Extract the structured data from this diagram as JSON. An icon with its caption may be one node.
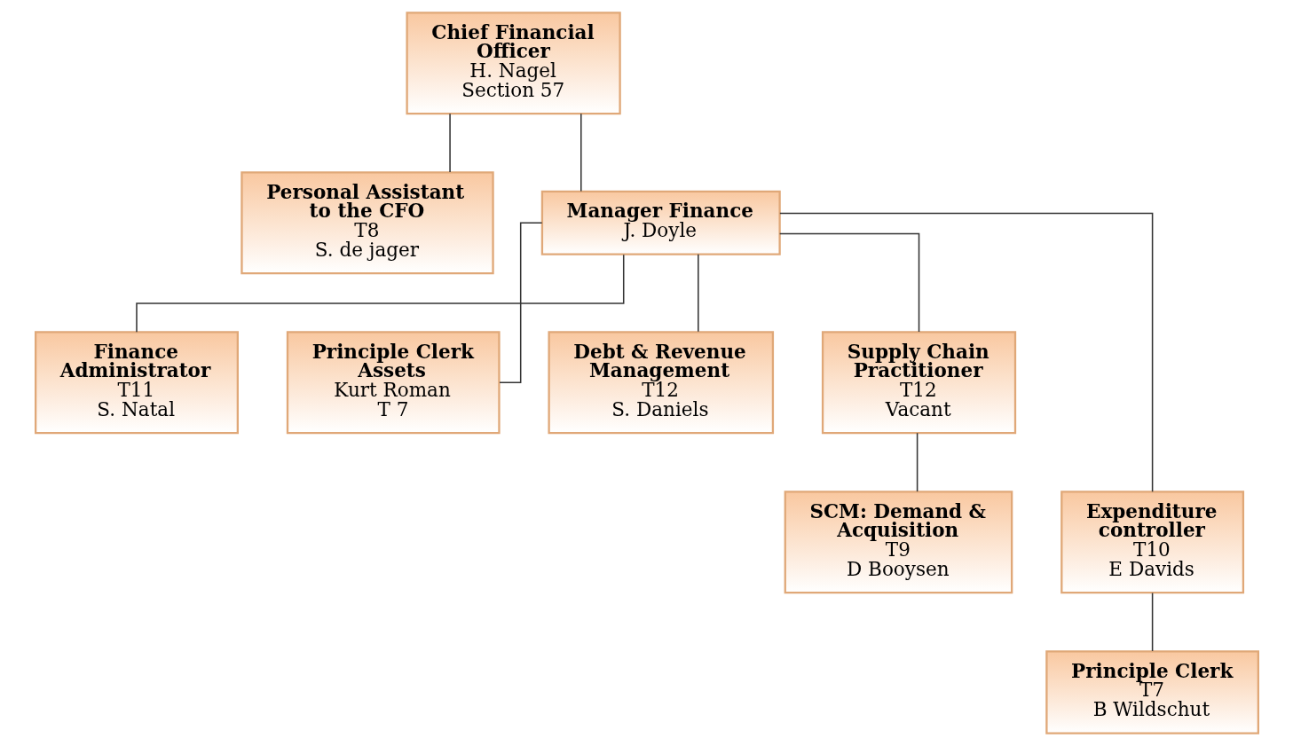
{
  "diagram": {
    "nodes": [
      {
        "text": [
          "Chief Financial Officer",
          "H. Nagel",
          "Section 57"
        ]
      },
      {
        "text": [
          "Personal Assistant to the CFO",
          "T8",
          "S. de jager"
        ]
      },
      {
        "text": [
          "Manager Finance",
          "J. Doyle"
        ]
      },
      {
        "text": [
          "Finance Administrator",
          "T11",
          "S. Natal"
        ]
      },
      {
        "text": [
          "Principle Clerk Assets",
          "Kurt Roman",
          "T 7"
        ]
      },
      {
        "text": [
          "Debt & Revenue Management",
          "T12",
          "S. Daniels"
        ]
      },
      {
        "text": [
          "Supply Chain Practitioner",
          "T12",
          "Vacant"
        ]
      },
      {
        "text": [
          "Expenditure controller",
          "T10",
          "E Davids"
        ]
      },
      {
        "text": [
          "SCM: Demand & Acquisition",
          "T9",
          "D Booysen"
        ]
      },
      {
        "text": [
          "Principle Clerk",
          "T7",
          "B Wildschut"
        ]
      }
    ],
    "edges": [
      {
        "from": 0,
        "to": 1,
        "arrow": "none"
      },
      {
        "from": 0,
        "to": 2,
        "arrow": "none"
      },
      {
        "from": 2,
        "to": 3,
        "arrow": "none"
      },
      {
        "from": 2,
        "to": 4,
        "arrow": "none"
      },
      {
        "from": 2,
        "to": 5,
        "arrow": "none"
      },
      {
        "from": 2,
        "to": 6,
        "arrow": "none"
      },
      {
        "from": 2,
        "to": 7,
        "arrow": "none"
      },
      {
        "from": 6,
        "to": 8,
        "arrow": "none"
      },
      {
        "from": 7,
        "to": 9,
        "arrow": "none"
      }
    ]
  }
}
